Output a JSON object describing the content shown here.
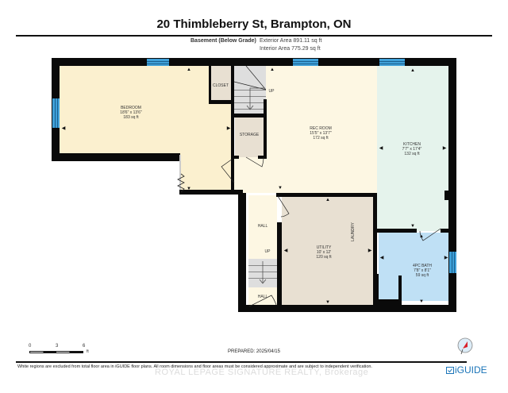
{
  "header": {
    "title": "20 Thimbleberry St, Brampton, ON",
    "level": "Basement (Below Grade)",
    "exterior_area": "Exterior Area 891.11 sq ft",
    "interior_area": "Interior Area 775.29 sq ft"
  },
  "rooms": [
    {
      "name": "BEDROOM",
      "dims": "18'6\" x 13'6\"",
      "area": "183 sq ft",
      "color": "#fbf0cf"
    },
    {
      "name": "CLOSET",
      "dims": "",
      "area": "",
      "color": "#e8e0d2"
    },
    {
      "name": "STORAGE",
      "dims": "",
      "area": "",
      "color": "#e8e0d2"
    },
    {
      "name": "REC ROOM",
      "dims": "15'5\" x 13'7\"",
      "area": "172 sq ft",
      "color": "#fdf7e3"
    },
    {
      "name": "KITCHEN",
      "dims": "7'7\" x 17'4\"",
      "area": "132 sq ft",
      "color": "#e5f3ec"
    },
    {
      "name": "HALL",
      "dims": "",
      "area": "",
      "color": "#fdf7e3"
    },
    {
      "name": "UTILITY",
      "dims": "10' x 12'",
      "area": "120 sq ft",
      "color": "#e8e0d2"
    },
    {
      "name": "LAUNDRY",
      "dims": "",
      "area": "",
      "color": "#e8e0d2"
    },
    {
      "name": "4PC BATH",
      "dims": "7'8\" x 8'1\"",
      "area": "59 sq ft",
      "color": "#bfe0f5"
    },
    {
      "name": "HALL",
      "dims": "",
      "area": "",
      "color": "#fdf7e3"
    }
  ],
  "stairs": [
    {
      "label": "UP"
    },
    {
      "label": "UP"
    }
  ],
  "scale": {
    "ticks": [
      "0",
      "3",
      "6"
    ],
    "unit": "ft"
  },
  "prepared": "PREPARED: 2025/04/15",
  "footer": {
    "disclaimer": "White regions are excluded from total floor area in iGUIDE floor plans. All room dimensions and floor areas must be considered approximate and are subject to independent verification.",
    "watermark": "ROYAL LEPAGE SIGNATURE REALTY, Brokerage",
    "brand": "iGUIDE"
  },
  "colors": {
    "wall": "#0a0a0a",
    "window": "#3fa0d8",
    "brand": "#1a74b8",
    "compass_arrow": "#d9202a"
  },
  "icons": [
    "compass-icon",
    "iguide-logo-icon"
  ]
}
